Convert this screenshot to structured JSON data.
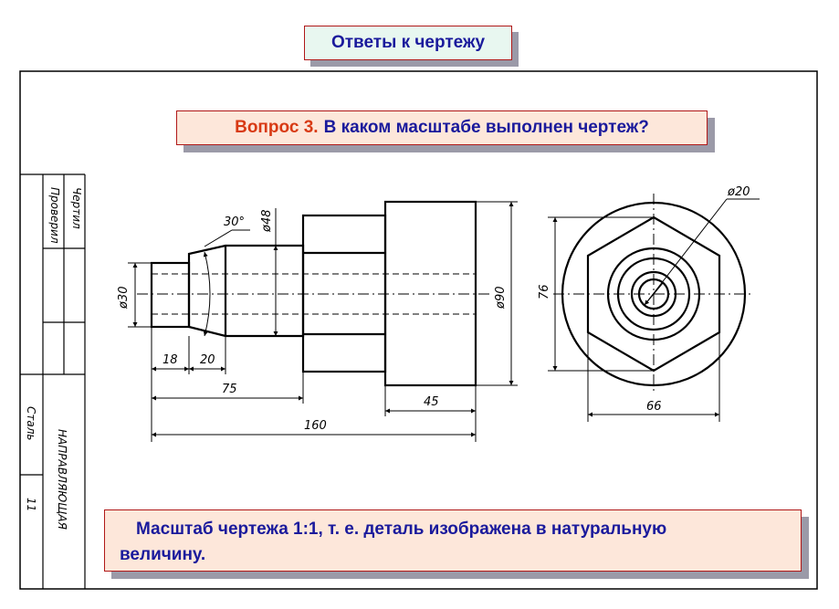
{
  "title": "Ответы к чертежу",
  "question": {
    "number": "Вопрос 3.",
    "text": "В каком масштабе выполнен чертеж?"
  },
  "answer": {
    "line1": "Масштаб чертежа 1:1, т. е. деталь изображена в натуральную",
    "line2": "величину."
  },
  "stamp": {
    "drew_label": "Чертил",
    "checked_label": "Проверил",
    "material": "Сталь",
    "part_name": "НАПРАВЛЯЮЩАЯ",
    "sheet_number": "11"
  },
  "dimensions": {
    "d30": "ø30",
    "d48": "ø48",
    "d90": "ø90",
    "d20": "ø20",
    "angle": "30°",
    "len18": "18",
    "len20": "20",
    "len75": "75",
    "len45": "45",
    "len160": "160",
    "h76": "76",
    "w66": "66"
  }
}
